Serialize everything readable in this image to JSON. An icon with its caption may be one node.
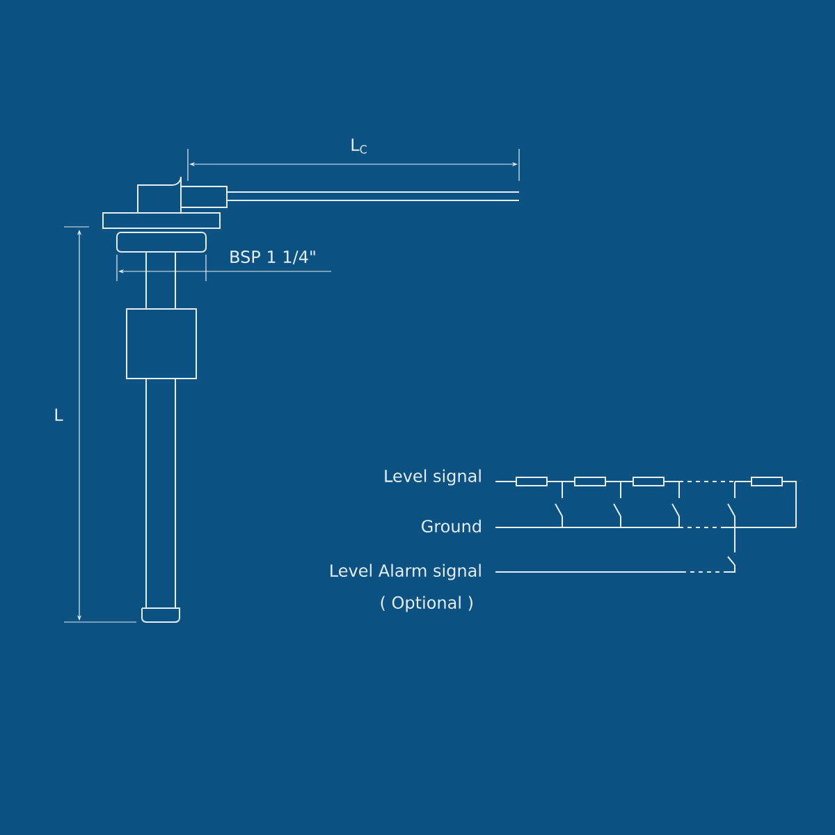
{
  "diagram": {
    "labels": [
      "L$_{C}$",
      "BSP 1 1/4\"",
      "L",
      "Level signal",
      "Ground",
      "Level Alarm signal",
      "( Optional )"
    ]
  }
}
